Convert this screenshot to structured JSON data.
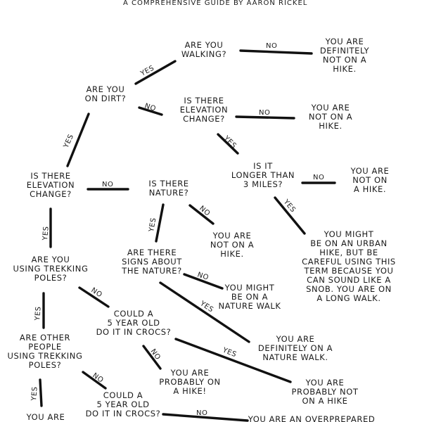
{
  "subtitle": "A COMPREHENSIVE GUIDE BY AARON RICKEL",
  "nodes": {
    "walking": [
      "ARE YOU",
      "WALKING?"
    ],
    "not_hike_walking": [
      "YOU ARE",
      "DEFINITELY",
      "NOT ON A",
      "HIKE."
    ],
    "dirt": [
      "ARE YOU",
      "ON DIRT?"
    ],
    "elev_top": [
      "IS THERE",
      "ELEVATION",
      "CHANGE?"
    ],
    "not_hike_elev_top": [
      "YOU ARE",
      "NOT ON A",
      "HIKE."
    ],
    "longer3": [
      "IS IT",
      "LONGER THAN",
      "3 MILES?"
    ],
    "not_hike_3mi": [
      "YOU ARE",
      "NOT ON",
      "A HIKE."
    ],
    "urban_hike": [
      "YOU MIGHT",
      "BE ON AN URBAN",
      "HIKE, BUT BE",
      "CAREFUL USING THIS",
      "TERM BECAUSE YOU",
      "CAN SOUND LIKE A",
      "SNOB. YOU ARE ON",
      "A LONG WALK."
    ],
    "elev_left": [
      "IS THERE",
      "ELEVATION",
      "CHANGE?"
    ],
    "nature": [
      "IS THERE",
      "NATURE?"
    ],
    "not_hike_nature": [
      "YOU ARE",
      "NOT ON A",
      "HIKE."
    ],
    "signs": [
      "ARE THERE",
      "SIGNS ABOUT",
      "THE NATURE?"
    ],
    "nature_walk_maybe": [
      "YOU MIGHT",
      "BE ON A",
      "NATURE WALK"
    ],
    "nature_walk_def": [
      "YOU ARE",
      "DEFINITELY ON A",
      "NATURE WALK."
    ],
    "poles": [
      "ARE YOU",
      "USING TREKKING",
      "POLES?"
    ],
    "crocs1": [
      "COULD A",
      "5 YEAR OLD",
      "DO IT IN CROCS?"
    ],
    "prob_hike": [
      "YOU ARE",
      "PROBABLY ON",
      "A HIKE!"
    ],
    "prob_not_hike": [
      "YOU ARE",
      "PROBABLY NOT",
      "ON A HIKE"
    ],
    "others_poles": [
      "ARE OTHER",
      "PEOPLE",
      "USING TREKKING",
      "POLES?"
    ],
    "crocs2": [
      "COULD A",
      "5 YEAR OLD",
      "DO IT IN CROCS?"
    ],
    "you_are_bottom": [
      "YOU ARE"
    ],
    "overprepared": [
      "YOU ARE AN OVERPREPARED"
    ]
  },
  "edge_labels": {
    "walking_no": "NO",
    "walking_yes": "YES",
    "dirt_no": "NO",
    "elev_top_no": "NO",
    "elev_top_yes": "YES",
    "dirt_yes": "YES",
    "longer3_no": "NO",
    "longer3_yes": "YES",
    "elev_left_no": "NO",
    "nature_yes": "YES",
    "nature_no": "NO",
    "elev_left_yes": "YES",
    "signs_no": "NO",
    "signs_yes": "YES",
    "poles_no": "NO",
    "poles_yes": "YES",
    "crocs1_no": "NO",
    "crocs1_yes": "YES",
    "others_yes": "YES",
    "others_no": "NO",
    "crocs2_no": "NO"
  }
}
